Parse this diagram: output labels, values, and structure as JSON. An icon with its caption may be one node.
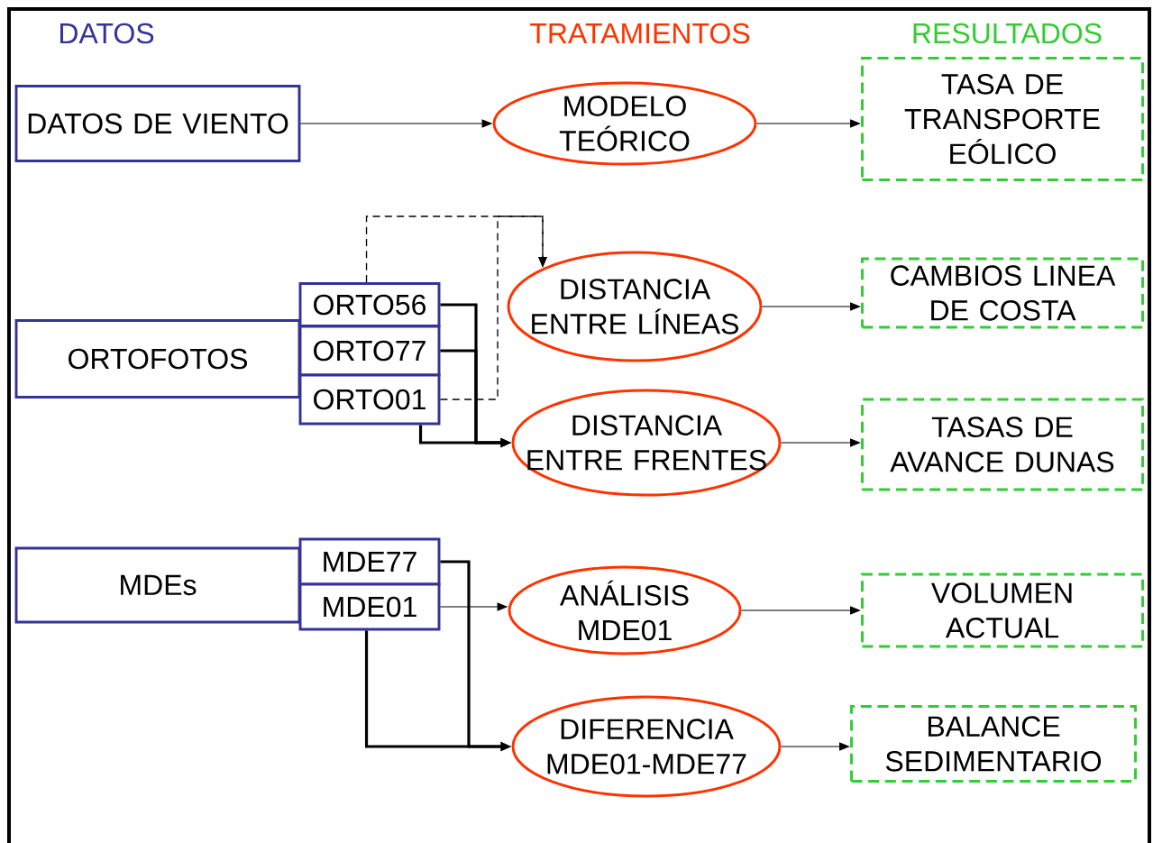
{
  "diagram": {
    "nodes": [
      {
        "text": [
          "DATOS DE VIENTO"
        ]
      },
      {
        "text": [
          "MODELO TEÓRICO"
        ]
      },
      {
        "text": [
          "TASA DE TRANSPORTE EÓLICO"
        ]
      },
      {
        "text": [
          "ORTOFOTOS"
        ]
      },
      {
        "text": [
          "ORTO56"
        ]
      },
      {
        "text": [
          "ORTO77"
        ]
      },
      {
        "text": [
          "ORTO01"
        ]
      },
      {
        "text": [
          "DISTANCIA ENTRE LÍNEAS"
        ]
      },
      {
        "text": [
          "CAMBIOS LINEA DE COSTA"
        ]
      },
      {
        "text": [
          "DISTANCIA ENTRE FRENTES"
        ]
      },
      {
        "text": [
          "TASAS DE AVANCE DUNAS"
        ]
      },
      {
        "text": [
          "MDEs"
        ]
      },
      {
        "text": [
          "MDE77"
        ]
      },
      {
        "text": [
          "MDE01"
        ]
      },
      {
        "text": [
          "ANÁLISIS MDE01"
        ]
      },
      {
        "text": [
          "VOLUMEN ACTUAL"
        ]
      },
      {
        "text": [
          "DIFERENCIA MDE01-MDE77"
        ]
      },
      {
        "text": [
          "BALANCE SEDIMENTARIO"
        ]
      }
    ],
    "edges": [
      {
        "from": 0,
        "to": 1,
        "arrow": "to"
      },
      {
        "from": 1,
        "to": 2,
        "arrow": "to"
      },
      {
        "from": 4,
        "to": 7,
        "arrow": "to",
        "style": "dashed"
      },
      {
        "from": 6,
        "to": 7,
        "arrow": "to",
        "style": "dashed"
      },
      {
        "from": 7,
        "to": 8,
        "arrow": "to"
      },
      {
        "from": 4,
        "to": 9,
        "arrow": "to",
        "style": "thick"
      },
      {
        "from": 5,
        "to": 9,
        "arrow": "to",
        "style": "thick"
      },
      {
        "from": 6,
        "to": 9,
        "arrow": "to",
        "style": "thick"
      },
      {
        "from": 9,
        "to": 10,
        "arrow": "to"
      },
      {
        "from": 13,
        "to": 14,
        "arrow": "to"
      },
      {
        "from": 14,
        "to": 15,
        "arrow": "to"
      },
      {
        "from": 12,
        "to": 16,
        "arrow": "to",
        "style": "thick"
      },
      {
        "from": 13,
        "to": 16,
        "arrow": "to",
        "style": "thick"
      },
      {
        "from": 16,
        "to": 17,
        "arrow": "to"
      }
    ],
    "labels": [
      "DATOS",
      "TRATAMIENTOS",
      "RESULTADOS"
    ]
  }
}
